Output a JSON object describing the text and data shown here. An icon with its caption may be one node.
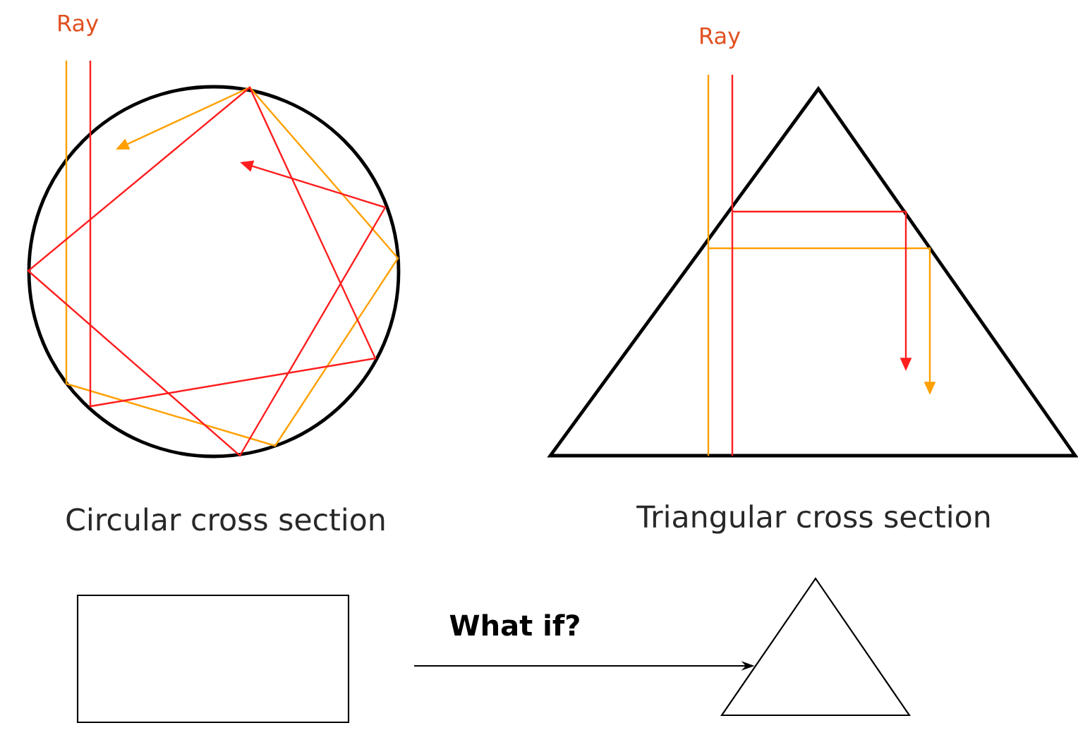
{
  "diagram": {
    "nodes": [
      {
        "text": [],
        "shape": "box"
      },
      {
        "text": [],
        "shape": "triangle"
      }
    ],
    "edges": [
      {
        "from": 0,
        "to": 1,
        "arrow": "to",
        "label": "What if?"
      }
    ],
    "labels": [
      "Ray",
      "Ray",
      "Circular cross section",
      "Triangular cross section"
    ]
  }
}
